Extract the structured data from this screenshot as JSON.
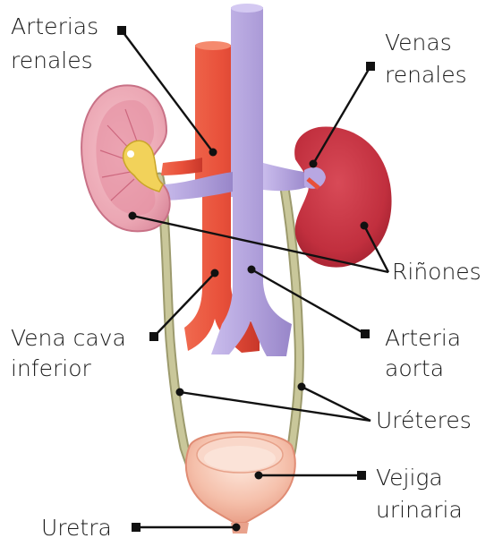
{
  "labels": {
    "arterias_renales": [
      "Arterias",
      "renales"
    ],
    "venas_renales": [
      "Venas",
      "renales"
    ],
    "rinones": [
      "Riñones"
    ],
    "vena_cava_inferior": [
      "Vena cava",
      "inferior"
    ],
    "arteria_aorta": [
      "Arteria",
      "aorta"
    ],
    "ureteres": [
      "Uréteres"
    ],
    "vejiga_urinaria": [
      "Vejiga",
      "urinaria"
    ],
    "uretra": [
      "Uretra"
    ]
  },
  "colors": {
    "artery": "#e8503a",
    "vein": "#b7a6df",
    "kidney_right": "#c4303f",
    "kidney_left": "#e29aa8",
    "ureter": "#bdbb8c",
    "bladder": "#f2b2a0"
  }
}
